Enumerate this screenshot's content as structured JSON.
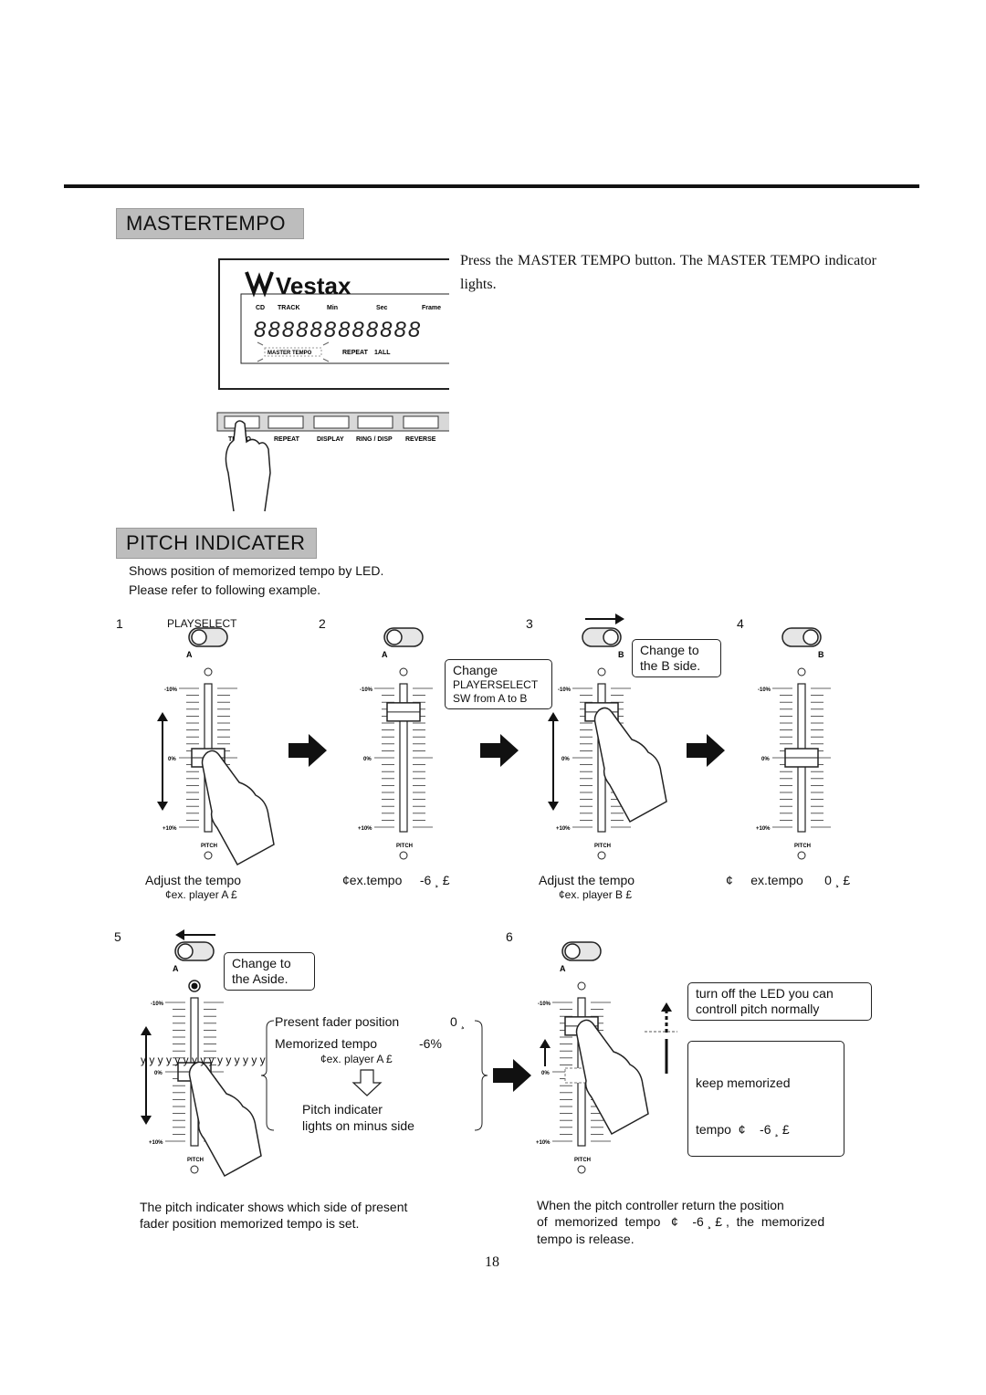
{
  "master_tempo": {
    "title": "MASTERTEMPO",
    "description": "Press the MASTER TEMPO button. The MASTER TEMPO indicator lights.",
    "display": {
      "brand": "Vestax",
      "labels": [
        "CD",
        "TRACK",
        "Min",
        "Sec",
        "Frame"
      ],
      "digits": "888888888888",
      "indicator": "MASTER TEMPO",
      "repeat": "REPEAT",
      "repeat_mode": "1ALL"
    },
    "buttons": [
      "TEMPO",
      "REPEAT",
      "DISPLAY",
      "RING / DISP",
      "REVERSE"
    ]
  },
  "pitch_indicater": {
    "title": "PITCH  INDICATER",
    "line1": "Shows position of memorized tempo by LED.",
    "line2": "Please refer to following example."
  },
  "fader_labels": {
    "minus": "-10%",
    "zero": "0%",
    "plus": "+10%",
    "pitch": "PITCH"
  },
  "steps": {
    "s1": {
      "num": "1",
      "switch_label": "PLAYSELECT",
      "side": "A",
      "caption": "Adjust the tempo",
      "sub": "¢ex. player A   £"
    },
    "s2": {
      "num": "2",
      "side": "A",
      "caption": "¢ex.tempo     -6 ¸ £"
    },
    "s3": {
      "num": "3",
      "side": "B",
      "box1_a": "Change",
      "box1_b": "PLAYERSELECT",
      "box1_c": "SW from A to B",
      "box2_a": "Change  to",
      "box2_b": "the B side.",
      "caption": "Adjust the tempo",
      "sub": "¢ex. player B   £"
    },
    "s4": {
      "num": "4",
      "side": "B",
      "caption": "¢     ex.tempo      0 ¸ £"
    },
    "s5": {
      "num": "5",
      "side": "A",
      "box_a": "Change  to",
      "box_b": "the Aside.",
      "present": "Present fader position",
      "present_val": "0 ¸",
      "memorized": "Memorized tempo",
      "memorized_val": "-6%",
      "sub": "¢ex. player A   £",
      "garble": "y y y y y y y y y y y y y y y",
      "result_a": "Pitch indicater",
      "result_b": "lights on minus side",
      "note_a": "The pitch indicater shows which side of present",
      "note_b": "fader position memorized tempo is set."
    },
    "s6": {
      "num": "6",
      "side": "A",
      "box1_a": "turn off the LED you can",
      "box1_b": "controll pitch normally",
      "box2_a": "keep memorized",
      "box2_b": "tempo  ¢    -6 ¸ £",
      "note_a": "When the pitch controller return the position",
      "note_b": "of  memorized  tempo   ¢    -6 ¸ £ ,  the  memorized",
      "note_c": "tempo   is release."
    }
  },
  "page_number": "18"
}
